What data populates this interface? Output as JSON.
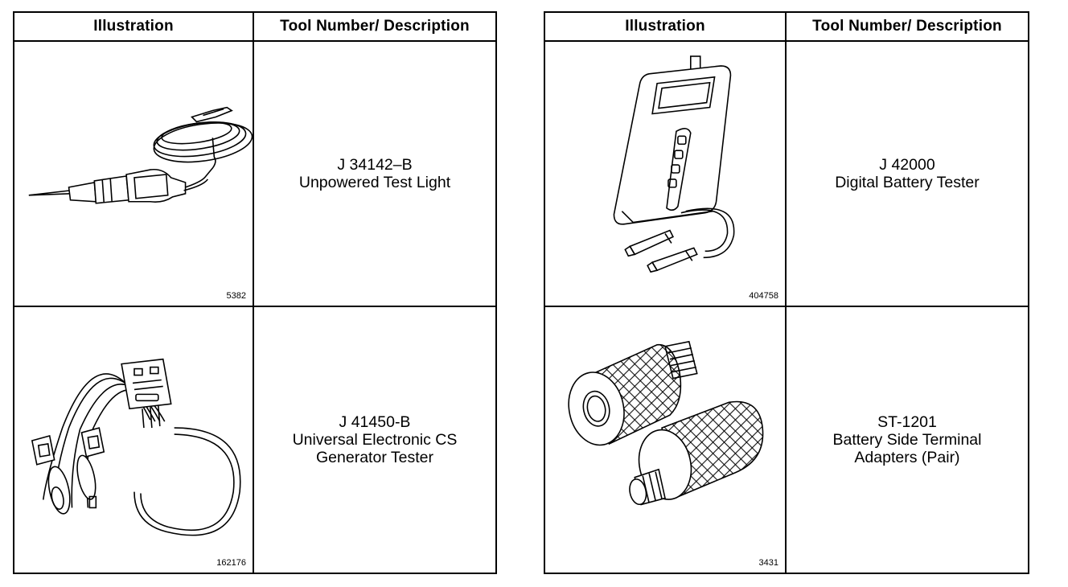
{
  "headers": {
    "illustration": "Illustration",
    "tool": "Tool Number/ Description"
  },
  "tools": [
    {
      "number": "J 34142–B",
      "description": [
        "Unpowered Test Light"
      ],
      "figure_id": "5382",
      "icon": "test-light-icon"
    },
    {
      "number": "J 41450-B",
      "description": [
        "Universal Electronic CS",
        "Generator Tester"
      ],
      "figure_id": "162176",
      "icon": "generator-tester-icon"
    },
    {
      "number": "J 42000",
      "description": [
        "Digital Battery Tester"
      ],
      "figure_id": "404758",
      "icon": "battery-tester-icon"
    },
    {
      "number": "ST-1201",
      "description": [
        "Battery Side Terminal",
        "Adapters (Pair)"
      ],
      "figure_id": "3431",
      "icon": "terminal-adapters-icon"
    }
  ]
}
